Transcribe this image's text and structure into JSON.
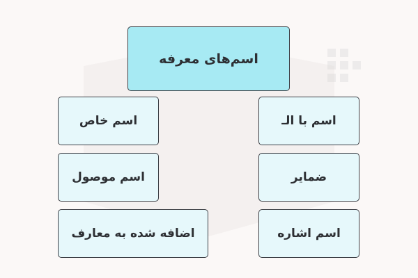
{
  "diagram": {
    "root": {
      "label": "اسم‌های معرفه"
    },
    "right_column": [
      {
        "label": "اسم با الـ"
      },
      {
        "label": "ضمایر"
      },
      {
        "label": "اسم اشاره"
      }
    ],
    "left_column": [
      {
        "label": "اسم خاص"
      },
      {
        "label": "اسم موصول"
      },
      {
        "label": "اضافه شده به معارف"
      }
    ]
  },
  "colors": {
    "background": "#fbf8f7",
    "root_fill": "#a7eaf3",
    "leaf_fill": "#e6f8fb",
    "border": "#3c3f45",
    "text": "#2d2f33"
  },
  "watermark": {
    "icon": "brand-logo-watermark"
  }
}
